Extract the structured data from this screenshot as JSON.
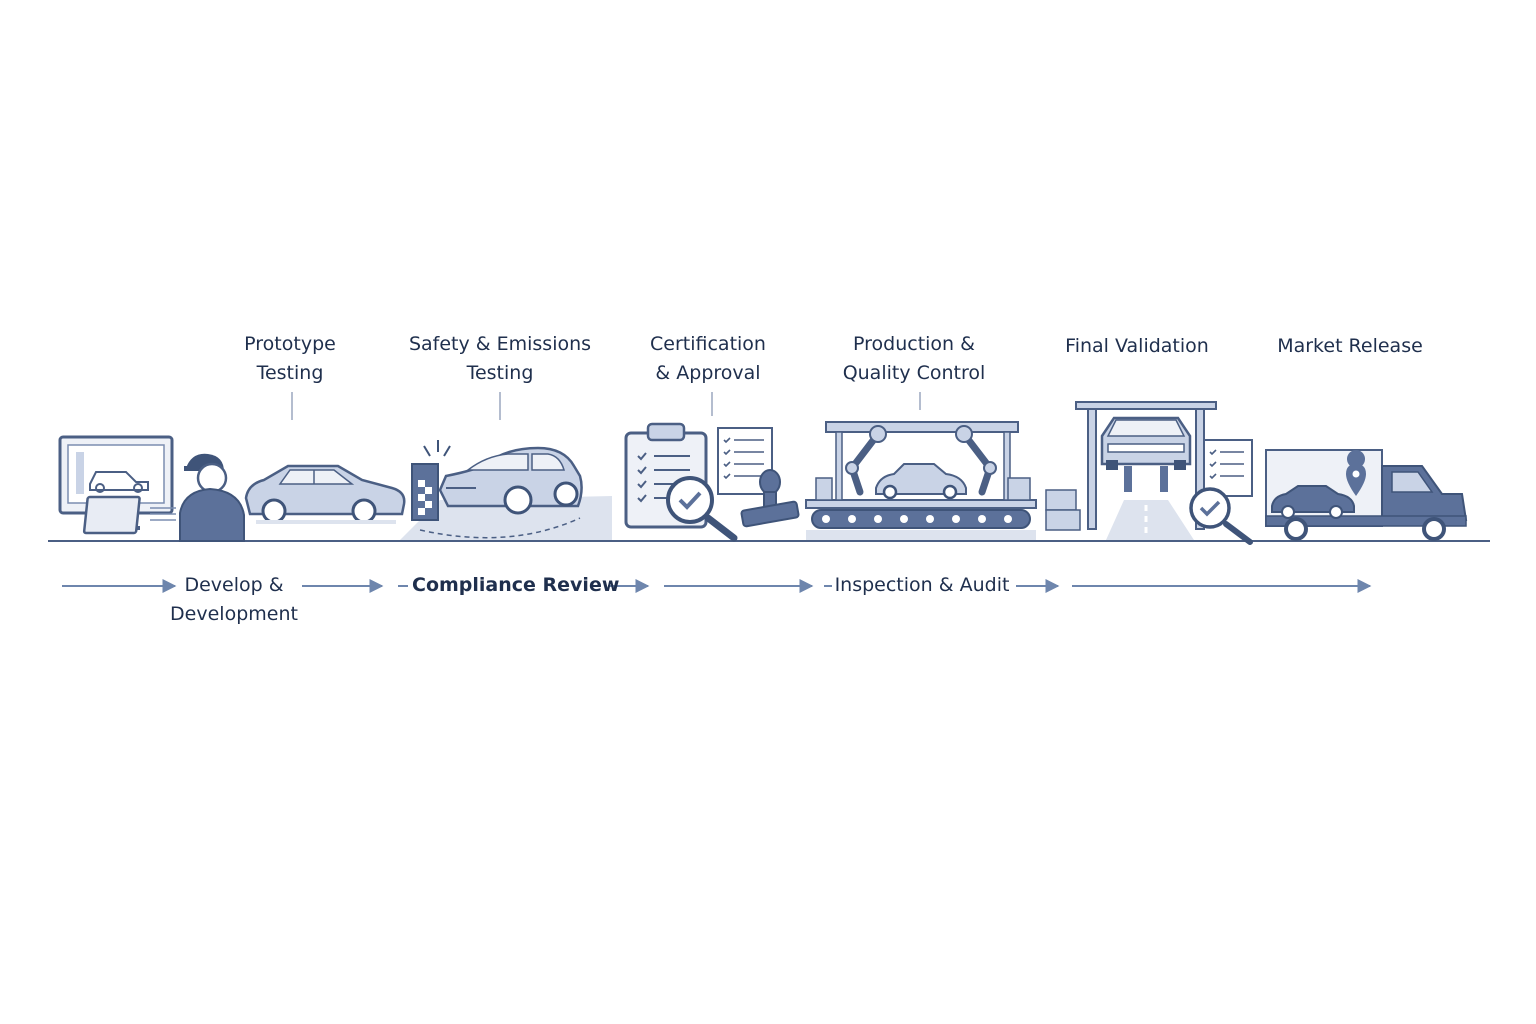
{
  "stages": [
    {
      "id": "prototype",
      "label_lines": [
        "Prototype",
        "Testing"
      ]
    },
    {
      "id": "safety",
      "label_lines": [
        "Safety & Emissions",
        "Testing"
      ]
    },
    {
      "id": "certification",
      "label_lines": [
        "Certification",
        "& Approval"
      ]
    },
    {
      "id": "production",
      "label_lines": [
        "Production &",
        "Quality Control"
      ]
    },
    {
      "id": "final",
      "label_lines": [
        "Final Validation"
      ]
    },
    {
      "id": "market",
      "label_lines": [
        "Market Release"
      ]
    }
  ],
  "flow": [
    {
      "id": "develop",
      "lines": [
        "Develop &",
        "Development"
      ],
      "bold": false
    },
    {
      "id": "compliance",
      "lines": [
        "Compliance Review"
      ],
      "bold": true
    },
    {
      "id": "inspection",
      "lines": [
        "Inspection & Audit"
      ],
      "bold": false
    }
  ],
  "colors": {
    "ink": "#1f2f4d",
    "stroke": "#4b5f84",
    "fill": "#c9d3e6",
    "fill_dark": "#5c719a",
    "ground": "#dde3ee",
    "arrow": "#6e86ad"
  }
}
